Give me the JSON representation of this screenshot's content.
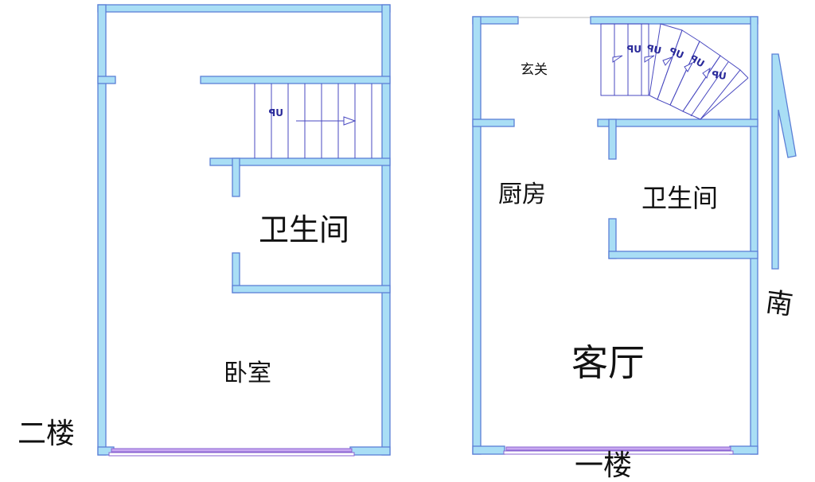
{
  "floors": [
    {
      "id": "second-floor",
      "label": "二楼",
      "rooms": [
        {
          "name": "卫生间"
        },
        {
          "name": "卧室"
        }
      ],
      "stair_label": "UP"
    },
    {
      "id": "first-floor",
      "label": "一楼",
      "rooms": [
        {
          "name": "玄关"
        },
        {
          "name": "厨房"
        },
        {
          "name": "卫生间"
        },
        {
          "name": "客厅"
        }
      ],
      "stair_label": "UP"
    }
  ],
  "compass": {
    "label": "南",
    "icon": "north-arrow-icon"
  },
  "colors": {
    "wall_fill": "#a9def5",
    "wall_edge": "#5b7fd6",
    "window": "#8a63d2",
    "text": "#111111"
  }
}
